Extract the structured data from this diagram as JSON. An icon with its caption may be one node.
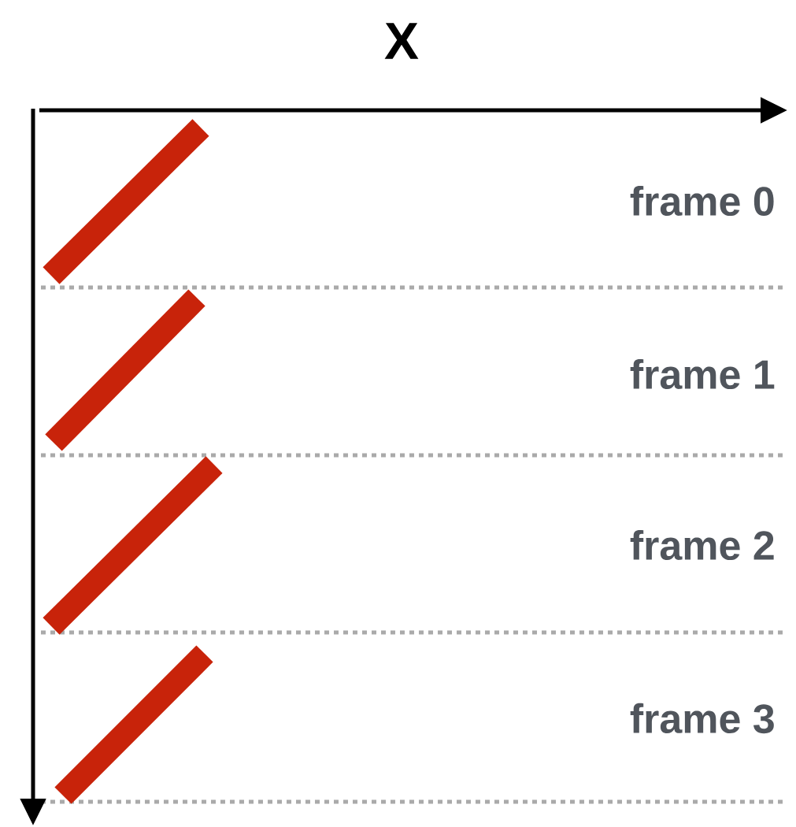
{
  "diagram": {
    "labels": [
      "X",
      "frame 0",
      "frame 1",
      "frame 2",
      "frame 3"
    ]
  }
}
